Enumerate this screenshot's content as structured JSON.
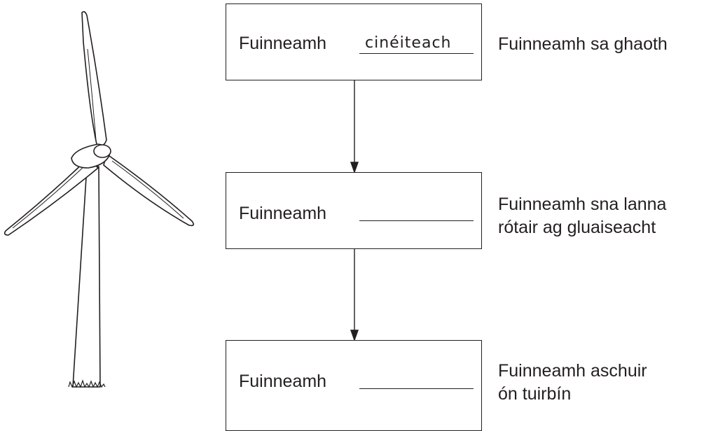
{
  "boxes": [
    {
      "label": "Fuinneamh",
      "answer": "cinéiteach"
    },
    {
      "label": "Fuinneamh",
      "answer": ""
    },
    {
      "label": "Fuinneamh",
      "answer": ""
    }
  ],
  "descriptions": [
    {
      "lines": [
        "Fuinneamh sa ghaoth"
      ]
    },
    {
      "lines": [
        "Fuinneamh sna lanna",
        "rótair ag gluaiseacht"
      ]
    },
    {
      "lines": [
        "Fuinneamh aschuir",
        "ón tuirbín"
      ]
    }
  ],
  "colors": {
    "ink": "#231f20",
    "background": "#ffffff"
  }
}
